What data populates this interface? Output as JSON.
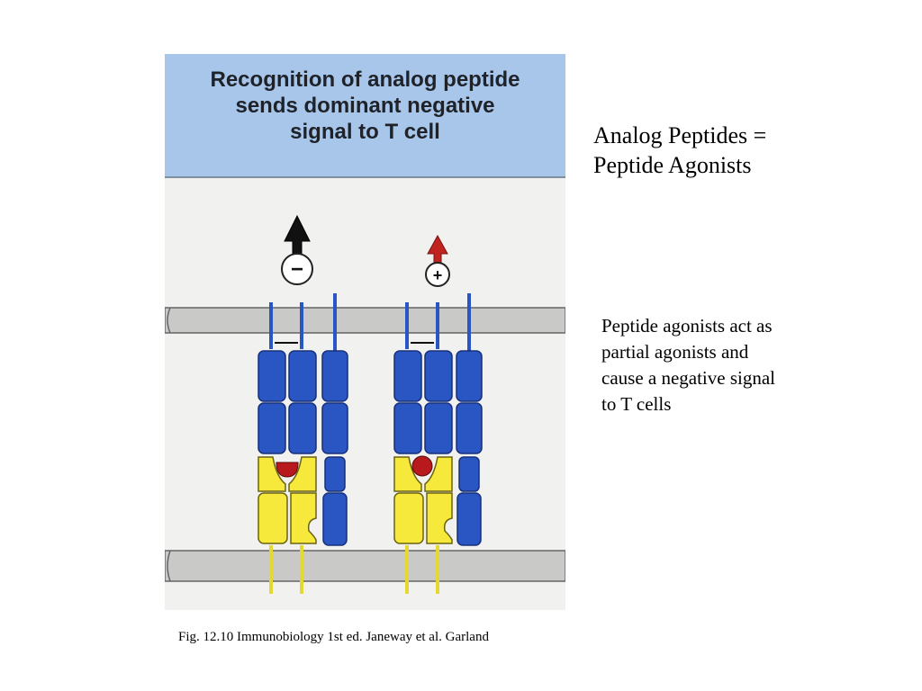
{
  "figure": {
    "title": "Recognition of analog peptide\nsends dominant negative\nsignal to T cell",
    "signals": {
      "negative_symbol": "−",
      "positive_symbol": "+",
      "colors": {
        "negative_arrow": "#111111",
        "positive_arrow": "#c0241f"
      }
    },
    "colors": {
      "header_background": "#a7c6ea",
      "receptor_blue": "#2a56c4",
      "mhc_yellow": "#f7e93c",
      "peptide_red": "#b8191c",
      "membrane_gray": "#c9c9c7"
    }
  },
  "slide": {
    "heading": "Analog Peptides =\nPeptide Agonists",
    "body": "Peptide agonists act as\npartial agonists and\ncause a negative signal\nto T cells",
    "caption": "Fig. 12.10 Immunobiology 1st ed. Janeway et al. Garland"
  }
}
